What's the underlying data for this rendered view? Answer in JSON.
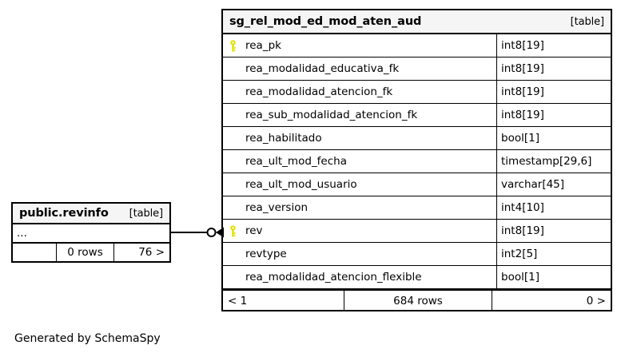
{
  "diagram": {
    "caption": "Generated by SchemaSpy",
    "key_color": "#e0e000",
    "header_bg": "#f5f5f5",
    "border_color": "#000000"
  },
  "main_table": {
    "title": "sg_rel_mod_ed_mod_aten_aud",
    "tag": "[table]",
    "columns": [
      {
        "name": "rea_pk",
        "type": "int8[19]",
        "key": true
      },
      {
        "name": "rea_modalidad_educativa_fk",
        "type": "int8[19]",
        "key": false
      },
      {
        "name": "rea_modalidad_atencion_fk",
        "type": "int8[19]",
        "key": false
      },
      {
        "name": "rea_sub_modalidad_atencion_fk",
        "type": "int8[19]",
        "key": false
      },
      {
        "name": "rea_habilitado",
        "type": "bool[1]",
        "key": false
      },
      {
        "name": "rea_ult_mod_fecha",
        "type": "timestamp[29,6]",
        "key": false
      },
      {
        "name": "rea_ult_mod_usuario",
        "type": "varchar[45]",
        "key": false
      },
      {
        "name": "rea_version",
        "type": "int4[10]",
        "key": false
      },
      {
        "name": "rev",
        "type": "int8[19]",
        "key": true
      },
      {
        "name": "revtype",
        "type": "int2[5]",
        "key": false
      },
      {
        "name": "rea_modalidad_atencion_flexible",
        "type": "bool[1]",
        "key": false
      }
    ],
    "footer": {
      "left": "< 1",
      "center": "684 rows",
      "right": "0 >"
    }
  },
  "related_table": {
    "title": "public.revinfo",
    "tag": "[table]",
    "ellipsis": "...",
    "footer": {
      "left": "",
      "center": "0 rows",
      "right": "76 >"
    }
  },
  "connector": {
    "name": "foreign-key-relationship",
    "from": "public.revinfo",
    "to": "sg_rel_mod_ed_mod_aten_aud.rev",
    "source_cardinality": "zero",
    "target_cardinality": "many"
  }
}
